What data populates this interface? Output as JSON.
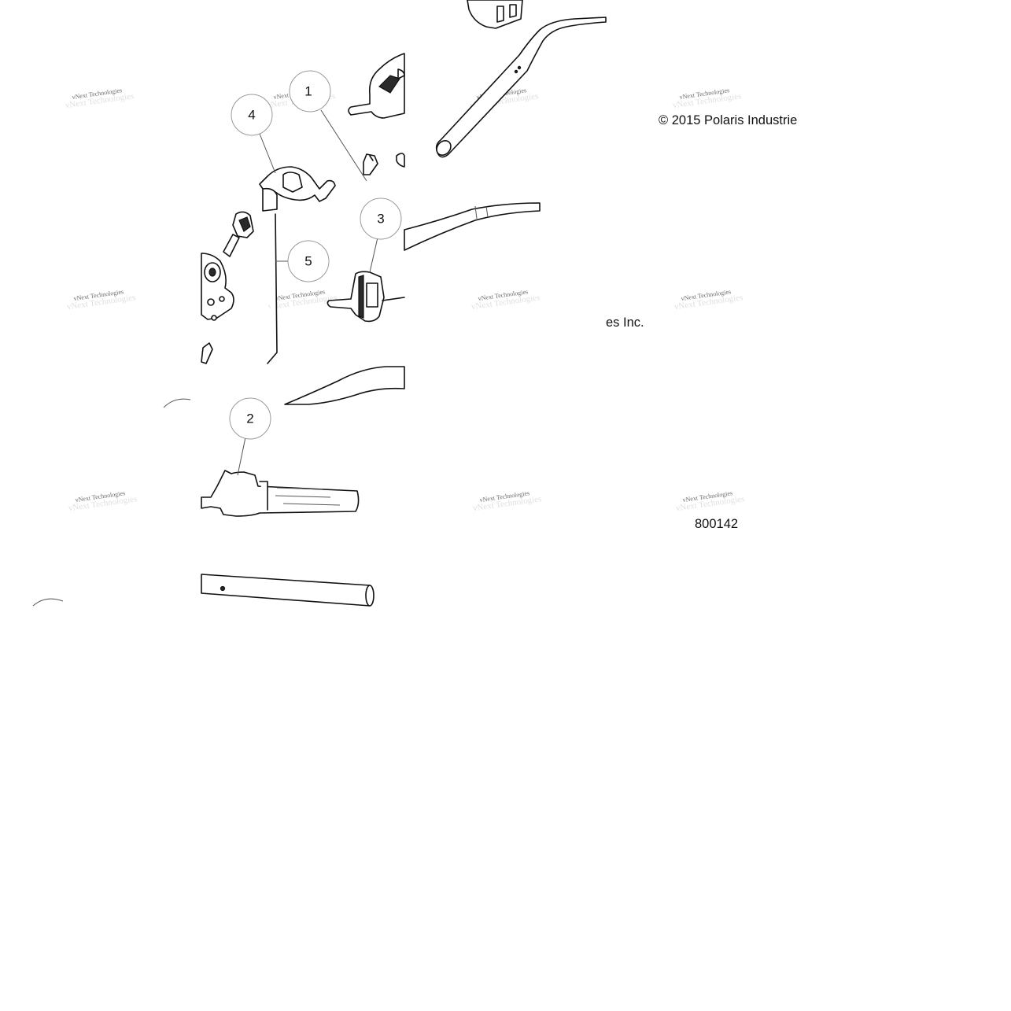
{
  "copyright": "© 2015 Polaris Industrie",
  "copyright_fragment": "es Inc.",
  "diagram_number": "800142",
  "watermark": "vNext Technologies",
  "callouts": [
    "1",
    "2",
    "3",
    "4",
    "5"
  ]
}
